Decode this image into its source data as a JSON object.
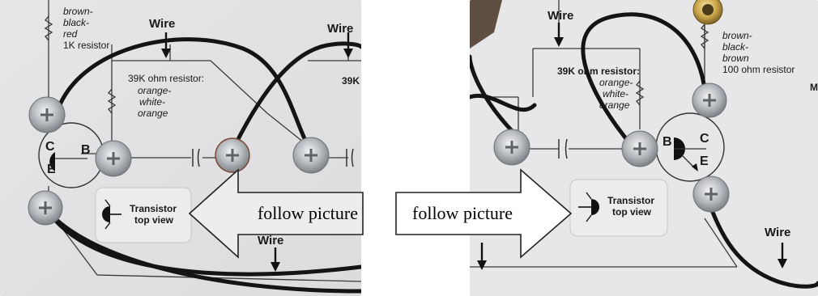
{
  "left_photo": {
    "resistor_1k": {
      "line1": "brown-",
      "line2": "black-",
      "line3": "red",
      "line4": "1K resistor"
    },
    "wire_label_1": "Wire",
    "wire_label_2": "Wire",
    "resistor_39k_title": "39K ohm resistor:",
    "resistor_39k_colors": {
      "line1": "orange-",
      "line2": "white-",
      "line3": "orange"
    },
    "resistor_39k_partial": "39K",
    "pin_c": "C",
    "pin_b": "B",
    "pin_e": "E",
    "transistor_caption": {
      "line1": "Transistor",
      "line2": "top view"
    },
    "wire_label_bottom": "Wire"
  },
  "right_photo": {
    "wire_label_top": "Wire",
    "resistor_100": {
      "line1": "brown-",
      "line2": "black-",
      "line3": "brown",
      "line4": "100 ohm resistor"
    },
    "resistor_39k_title": "39K ohm resistor:",
    "resistor_39k_colors": {
      "line1": "orange-",
      "line2": "white-",
      "line3": "orange"
    },
    "edge_letter": "M",
    "pin_b": "B",
    "pin_c": "C",
    "pin_e": "E",
    "transistor_caption": {
      "line1": "Transistor",
      "line2": "top view"
    },
    "wire_label_left": "Wire",
    "wire_label_right": "Wire"
  },
  "arrows": {
    "left_label": "follow picture",
    "right_label": "follow picture"
  },
  "colors": {
    "board": "#e9e9ea",
    "wire": "#151515",
    "screw": "#b9bcbf",
    "arrow_fill": "#ececec",
    "dark_bg": "#6b5a4a"
  }
}
